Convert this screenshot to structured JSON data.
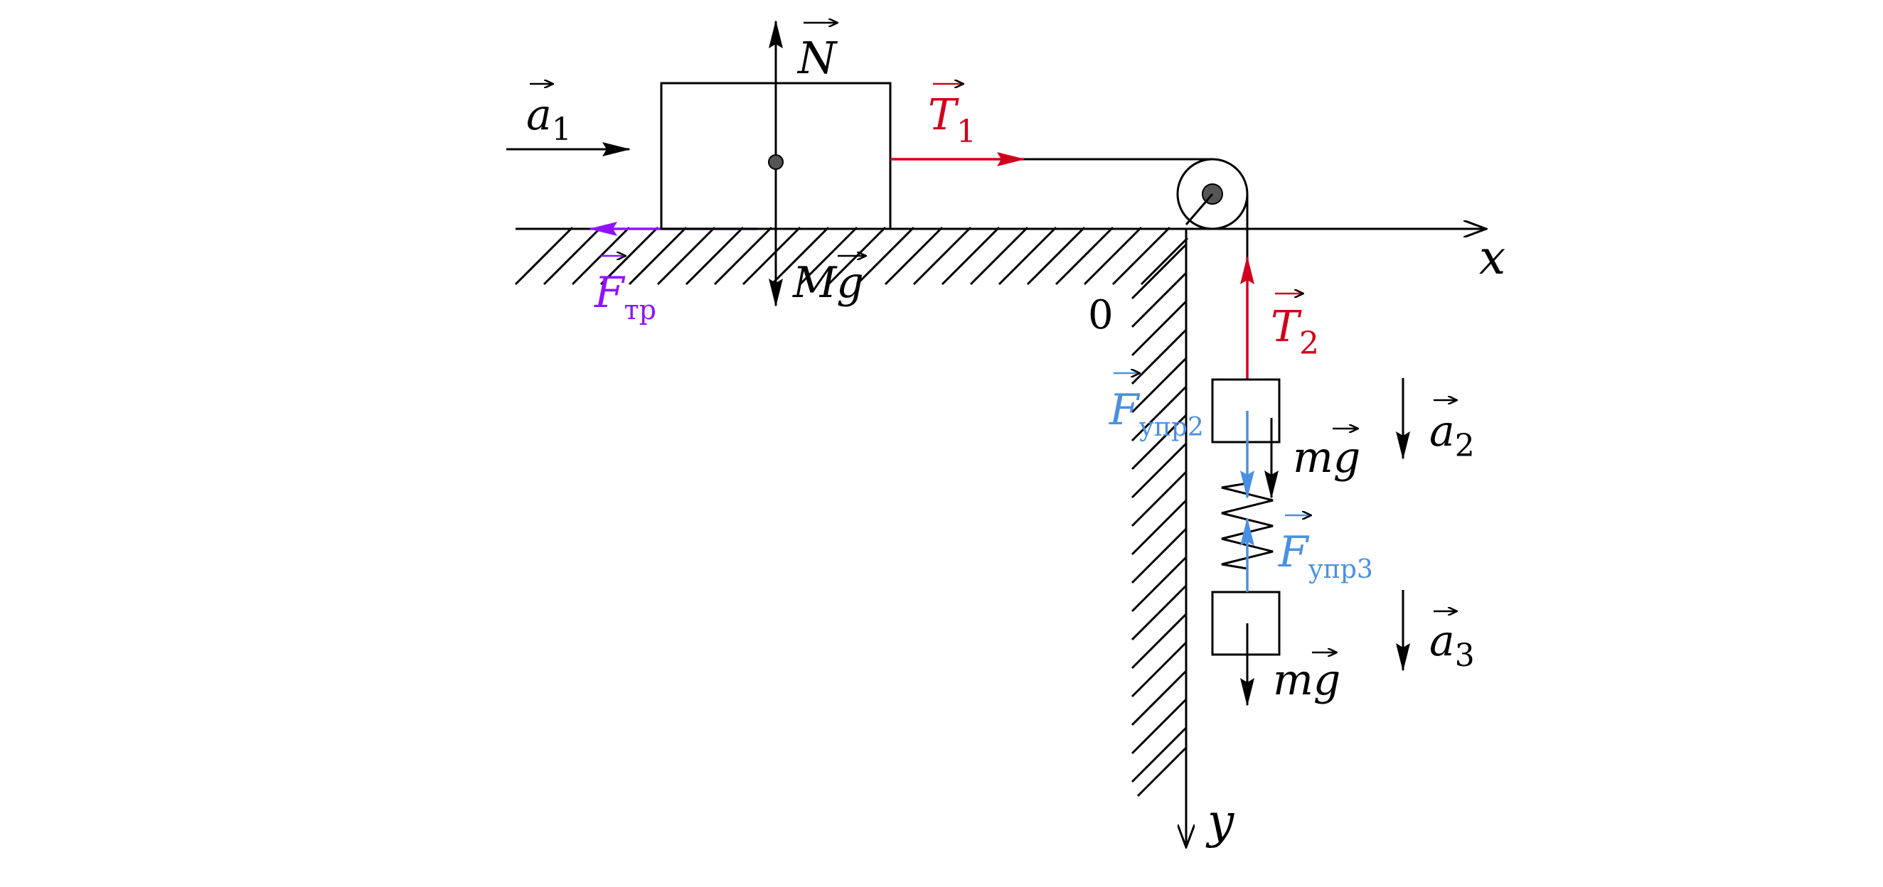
{
  "colors": {
    "black": "#000000",
    "tension": "#d0021b",
    "friction": "#9013fe",
    "elastic": "#4a90e2",
    "pulley_dot": "#555555"
  },
  "labels": {
    "a1": {
      "main": "a",
      "sub": "1"
    },
    "N": {
      "main": "N"
    },
    "T1": {
      "main": "T",
      "sub": "1"
    },
    "T2": {
      "main": "T",
      "sub": "2"
    },
    "Mg": {
      "main": "Mg"
    },
    "Ftr": {
      "main": "F",
      "sub": "тр"
    },
    "Fupr2": {
      "main": "F",
      "sub": "упр2"
    },
    "Fupr3": {
      "main": "F",
      "sub": "упр3"
    },
    "mg2": {
      "main": "mg"
    },
    "mg3": {
      "main": "mg"
    },
    "a2": {
      "main": "a",
      "sub": "2"
    },
    "a3": {
      "main": "a",
      "sub": "3"
    }
  },
  "axes": {
    "x": "x",
    "y": "y",
    "origin": "0"
  },
  "icons": {
    "vector_arrow": "→"
  }
}
